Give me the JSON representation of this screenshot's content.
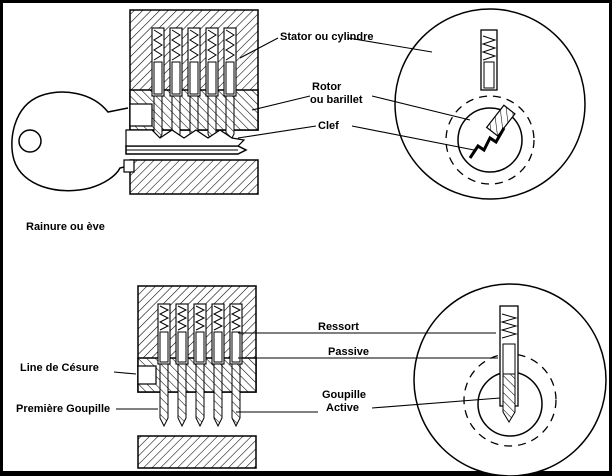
{
  "colors": {
    "frame": "#000000",
    "paper": "#ffffff",
    "ink": "#000000"
  },
  "top_diagram": {
    "labels": {
      "stator": "Stator ou cylindre",
      "rotor_line1": "Rotor",
      "rotor_line2": "ou barillet",
      "key": "Clef",
      "groove": "Rainure ou ève"
    }
  },
  "bottom_diagram": {
    "labels": {
      "spring": "Ressort",
      "passive": "Passive",
      "shear_line": "Line de Césure",
      "first_pin": "Première Goupille",
      "active_line1": "Goupille",
      "active_line2": "Active"
    }
  }
}
